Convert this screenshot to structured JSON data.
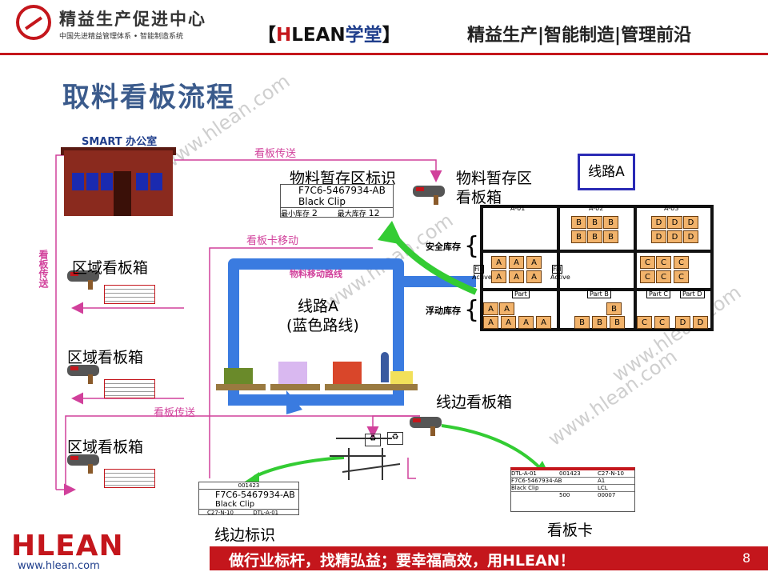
{
  "header": {
    "logo_title": "精益生产促进中心",
    "logo_subtitle": "中国先进精益管理体系 • 智能制造系统",
    "brand_prefix": "【",
    "brand_h": "H",
    "brand_lean": "LEAN",
    "brand_xuetang": "学堂",
    "brand_suffix": "】",
    "right_text": "精益生产|智能制造|管理前沿"
  },
  "page_title": "取料看板流程",
  "watermark": "www.hlean.com",
  "diagram": {
    "office_label": "SMART 办公室",
    "kanban_transfer_top": "看板传送",
    "kanban_transfer_left": "看板传送",
    "kanban_transfer_bottom": "看板传送",
    "card_move": "看板卡移动",
    "material_route": "物料移动路线",
    "staging_id_label": "物料暂存区标识",
    "staging_box_label_1": "物料暂存区",
    "staging_box_label_2": "看板箱",
    "area_box_1": "区域看板箱",
    "area_box_2": "区域看板箱",
    "area_box_3": "区域看板箱",
    "route_a_text_1": "线路A",
    "route_a_text_2": "(蓝色路线)",
    "route_a_box": "线路A",
    "lineside_box": "线边看板箱",
    "lineside_id": "线边标识",
    "kanban_card": "看板卡",
    "safety_stock": "安全库存",
    "float_stock": "浮动库存",
    "staging_card": {
      "part_no": "F7C6-5467934-AB",
      "desc": "Black Clip",
      "min_label": "最小库存",
      "min_value": "2",
      "max_label": "最大库存",
      "max_value": "12"
    },
    "lineside_card": {
      "code": "001423",
      "part_no": "F7C6-5467934-AB",
      "desc": "Black Clip",
      "loc1": "C27-N-10",
      "loc2": "DTL-A-01"
    },
    "kanban_card_data": {
      "r1c1": "DTL-A-01",
      "r1c2": "001423",
      "r1c3": "C27-N-10",
      "r2c1": "F7C6-5467934-AB",
      "r2c3": "A1",
      "r3c1": "Black Clip",
      "r3c3": "LCL",
      "r4c2": "500",
      "r4c3": "00007"
    },
    "storage_slots": [
      "A-01",
      "A-02",
      "A-03"
    ],
    "part_labels": [
      "Part",
      "Part B",
      "Part C",
      "Part D"
    ],
    "active_label": "Active",
    "fill_label": "Fill"
  },
  "footer": {
    "logo": "HLEAN",
    "url": "www.hlean.com",
    "slogan": "做行业标杆，找精弘益；要幸福高效，用HLEAN！",
    "page_number": "8"
  },
  "colors": {
    "brand_red": "#c4161c",
    "route_blue": "#3a7be0",
    "arrow_green": "#33cc33",
    "flow_magenta": "#d1409b",
    "title_blue": "#3b5b8c"
  }
}
